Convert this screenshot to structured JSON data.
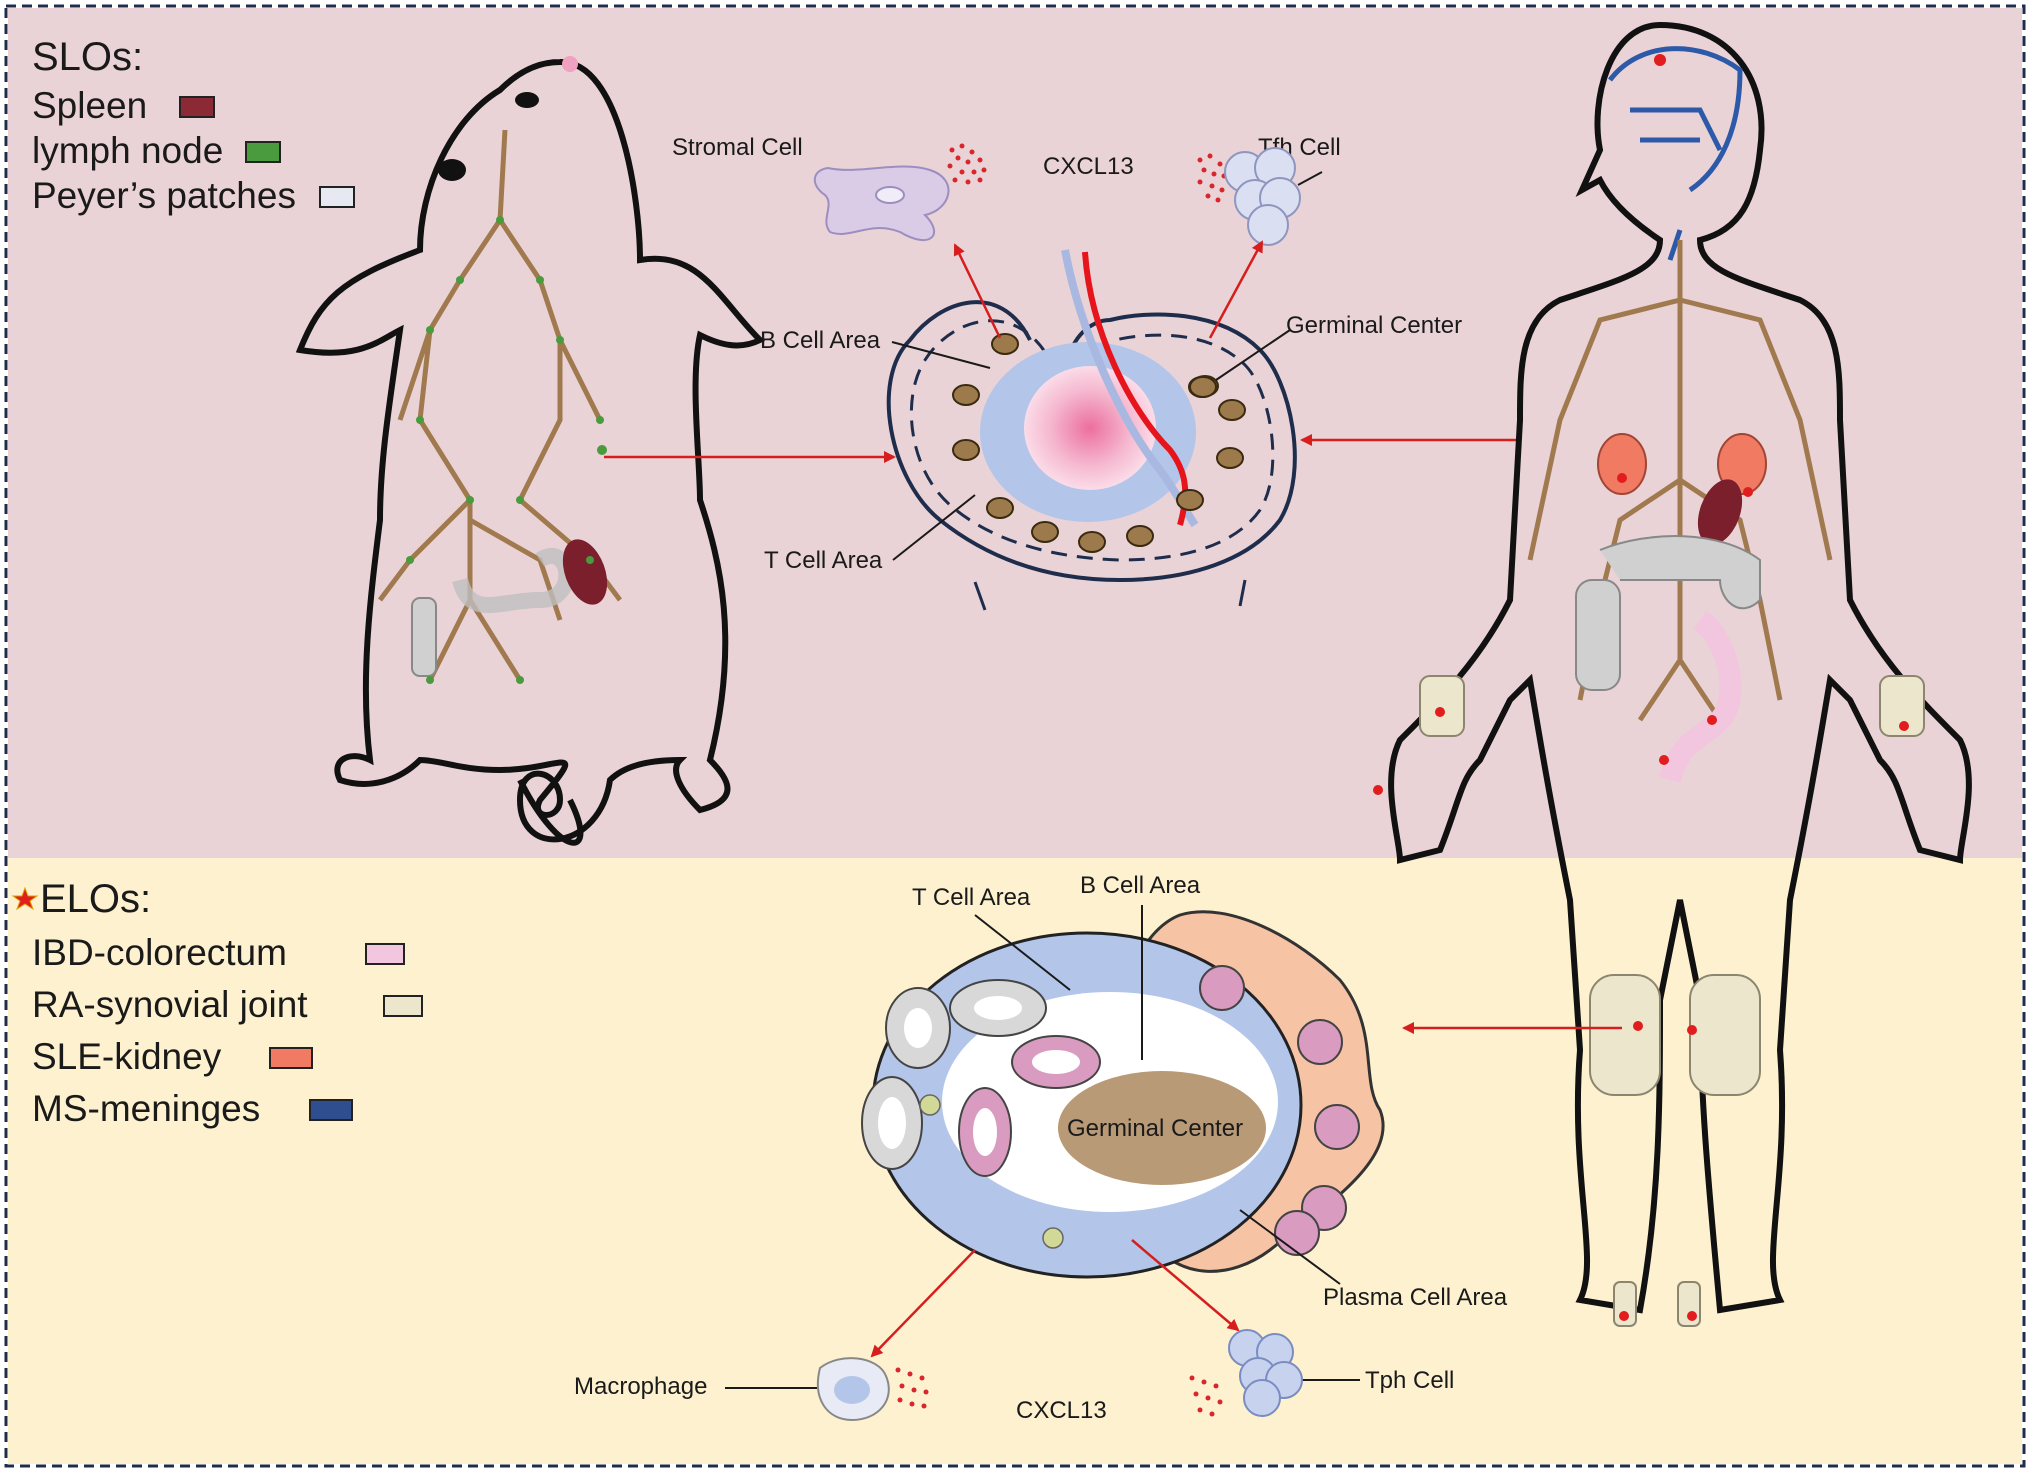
{
  "slo_legend": {
    "title": "SLOs:",
    "items": [
      {
        "label": "Spleen",
        "color": "#8b2a35"
      },
      {
        "label": "lymph node",
        "color": "#4a9a3e"
      },
      {
        "label": "Peyer’s patches",
        "color": "#e6e9f2"
      }
    ]
  },
  "elo_legend": {
    "title": "ELOs:",
    "items": [
      {
        "label": "IBD-colorectum",
        "color": "#f1c6de"
      },
      {
        "label": "RA-synovial joint",
        "color": "#ece6cc"
      },
      {
        "label": "SLE-kidney",
        "color": "#f07a62"
      },
      {
        "label": "MS-meninges",
        "color": "#2e4e8f"
      }
    ]
  },
  "slo_diagram": {
    "stromal_cell": "Stromal Cell",
    "cxcl13": "CXCL13",
    "tfh_cell": "Tfh Cell",
    "b_cell_area": "B Cell Area",
    "germinal_center": "Germinal Center",
    "t_cell_area": "T Cell Area"
  },
  "elo_diagram": {
    "t_cell_area": "T Cell Area",
    "b_cell_area": "B Cell Area",
    "germinal_center": "Germinal Center",
    "plasma_cell_area": "Plasma Cell Area",
    "macrophage": "Macrophage",
    "cxcl13": "CXCL13",
    "tph_cell": "Tph Cell"
  },
  "colors": {
    "top_panel": "#ead3d6",
    "bottom_panel": "#fdf1cf",
    "lymph_vessel": "#a07a4e",
    "arrow": "#d61e1e",
    "b_area": "#b3c6ea",
    "germinal": "#b89a76",
    "plasma_area": "#f6c4a4"
  }
}
